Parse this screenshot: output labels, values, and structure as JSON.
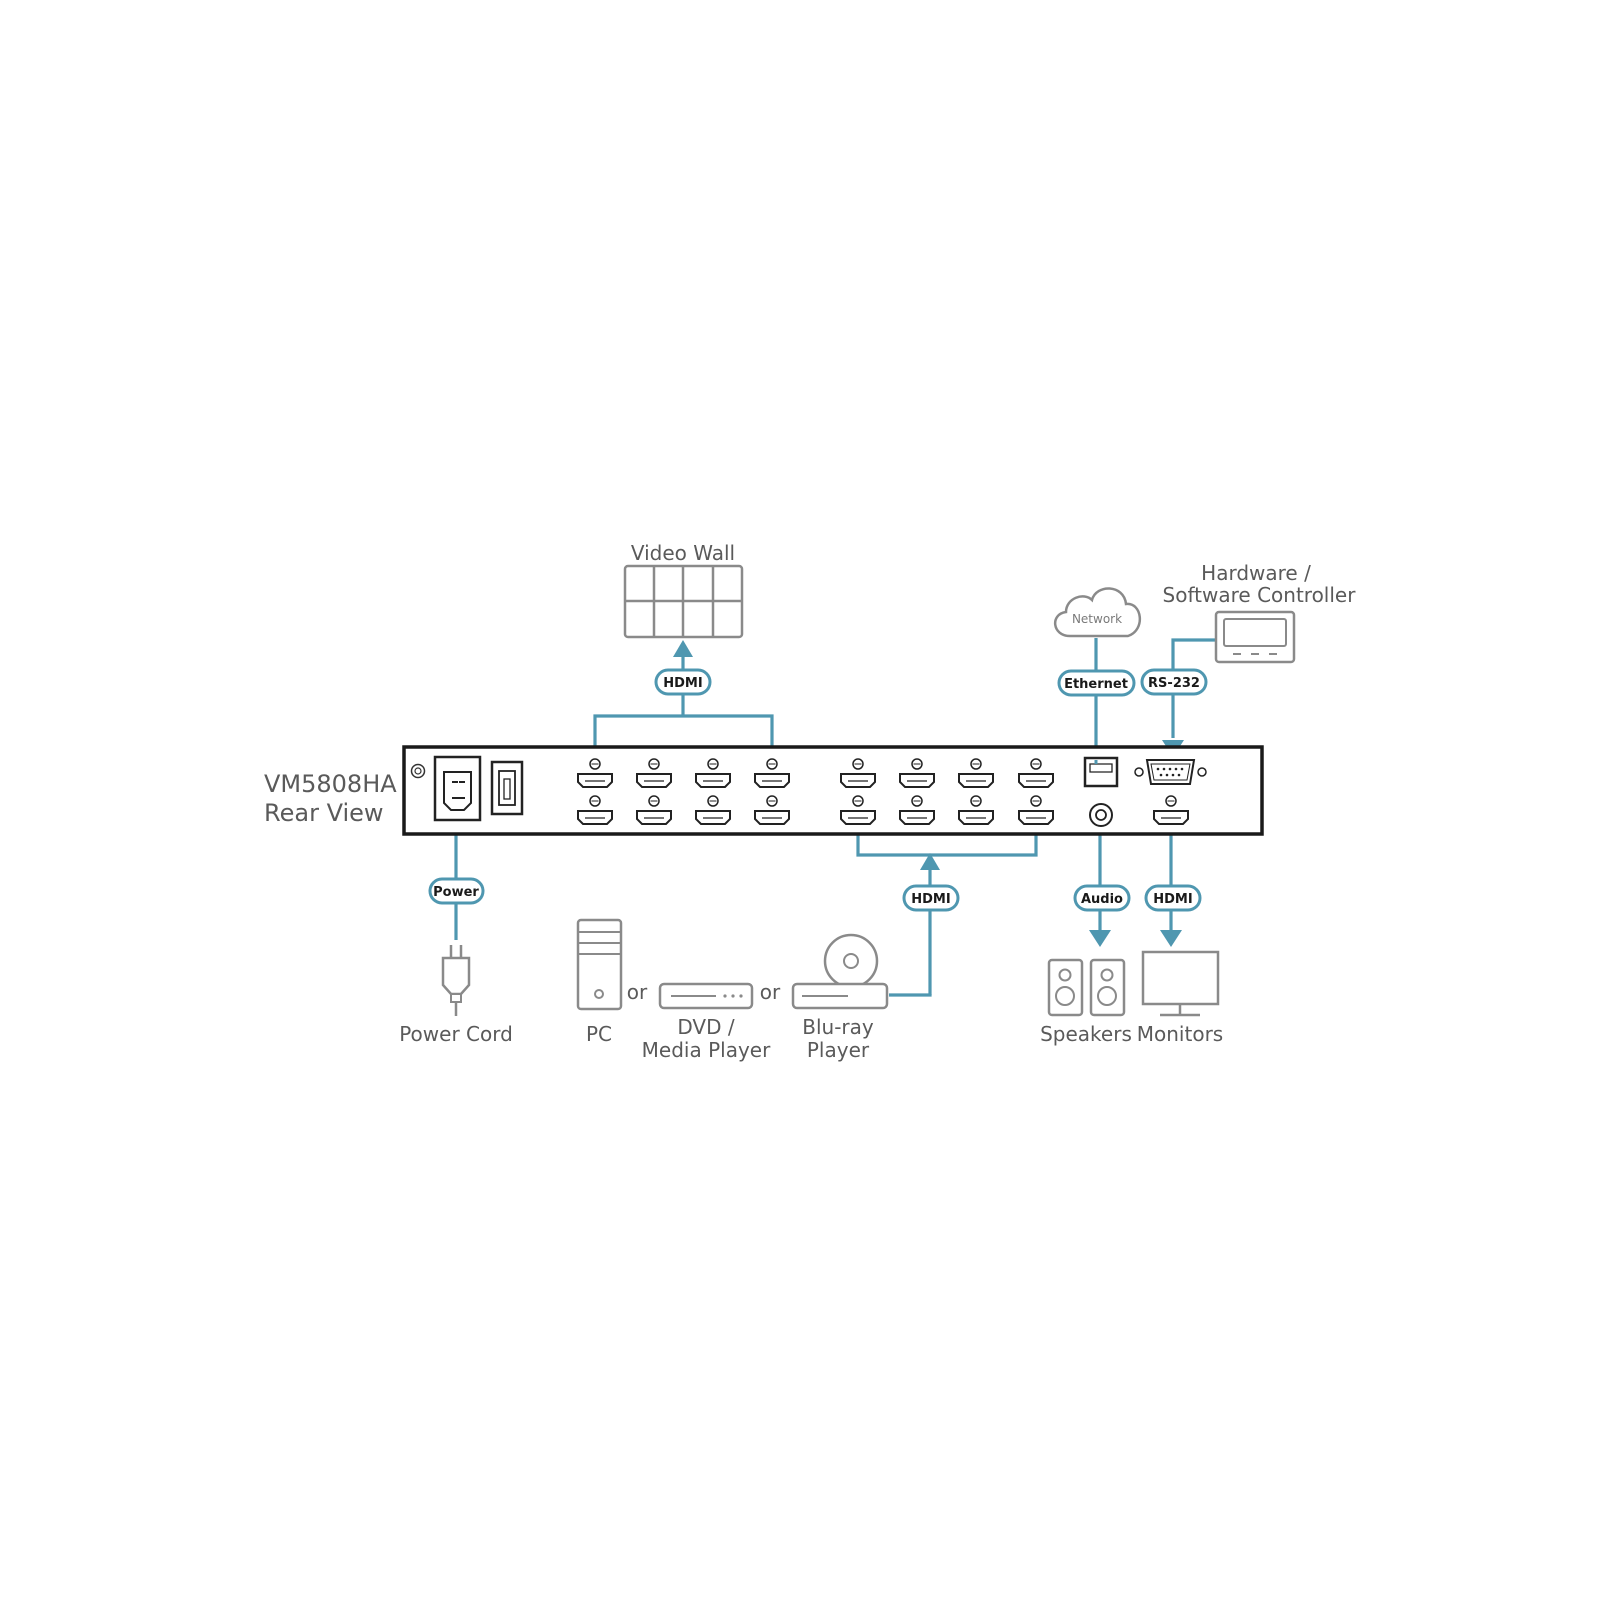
{
  "title": {
    "line1": "VM5808HA",
    "line2": "Rear View"
  },
  "labels": {
    "video_wall": "Video Wall",
    "network": "Network",
    "controller_line1": "Hardware /",
    "controller_line2": "Software Controller",
    "power_cord": "Power Cord",
    "pc": "PC",
    "or1": "or",
    "dvd_line1": "DVD /",
    "dvd_line2": "Media Player",
    "or2": "or",
    "bluray_line1": "Blu-ray",
    "bluray_line2": "Player",
    "speakers": "Speakers",
    "monitors": "Monitors"
  },
  "tags": {
    "hdmi_out": "HDMI",
    "ethernet": "Ethernet",
    "rs232": "RS-232",
    "power": "Power",
    "hdmi_in": "HDMI",
    "audio": "Audio",
    "hdmi_monitor": "HDMI"
  },
  "colors": {
    "cable": "#4f97b0",
    "device_outline": "#8a8a8a",
    "panel": "#1a1a1a"
  }
}
